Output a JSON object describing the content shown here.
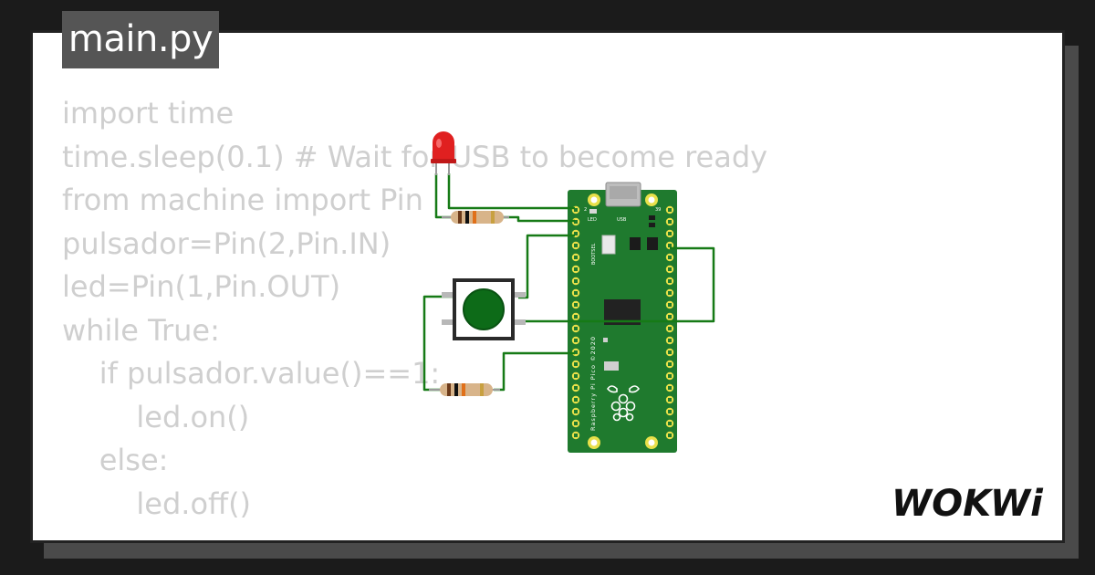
{
  "file_tab": {
    "label": "main.py"
  },
  "code_lines": [
    "import time",
    "time.sleep(0.1) # Wait for USB to become ready",
    "from machine import Pin",
    "pulsador=Pin(2,Pin.IN)",
    "led=Pin(1,Pin.OUT)",
    "while True:",
    "    if pulsador.value()==1:",
    "        led.on()",
    "    else:",
    "        led.off()"
  ],
  "board": {
    "silkscreen_usb": "USB",
    "silkscreen_led": "LED",
    "silkscreen_bootsel": "BOOTSEL",
    "silkscreen_name": "Raspberry Pi Pico ©2020",
    "pin_label_left": "2",
    "pin_label_right": "39"
  },
  "brand": {
    "logo_text": "WOKWi"
  },
  "colors": {
    "background": "#1b1b1b",
    "card": "#ffffff",
    "tab": "#555555",
    "code_text": "#cfcfcf",
    "board": "#1f7a2e",
    "wire": "#167a16",
    "led": "#e02020",
    "button": "#0d6b18"
  },
  "icons": {
    "led": "red-led-icon",
    "button": "push-button-icon",
    "resistor": "resistor-icon",
    "board": "raspberry-pi-pico-icon",
    "raspberry": "raspberry-logo-icon"
  }
}
